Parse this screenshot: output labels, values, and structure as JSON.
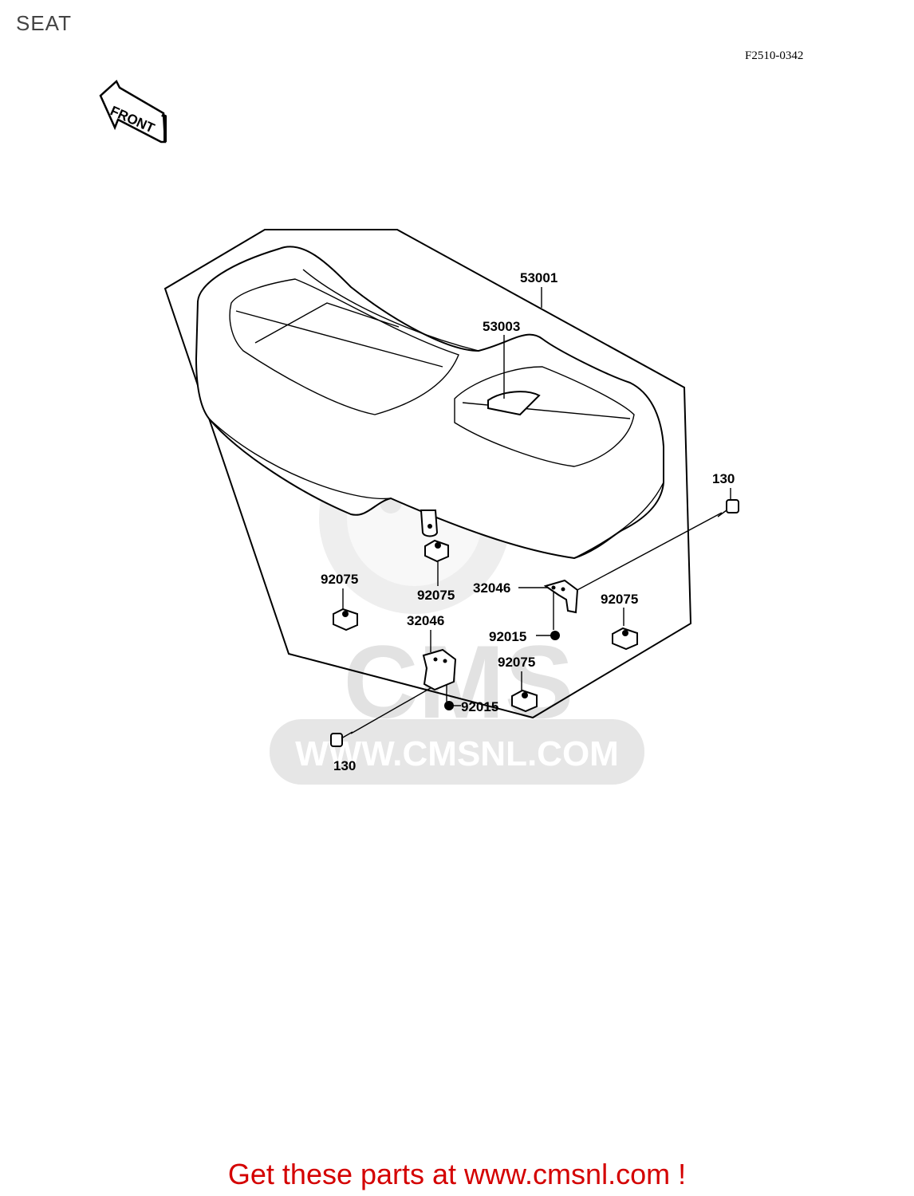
{
  "header": {
    "title": "SEAT",
    "figure_code": "F2510-0342"
  },
  "front_arrow": {
    "label": "FRONT"
  },
  "callouts": [
    {
      "id": "c53001",
      "part": "53001"
    },
    {
      "id": "c53003",
      "part": "53003"
    },
    {
      "id": "c130a",
      "part": "130"
    },
    {
      "id": "c92075a",
      "part": "92075"
    },
    {
      "id": "c92075b",
      "part": "92075"
    },
    {
      "id": "c32046a",
      "part": "32046"
    },
    {
      "id": "c92075c",
      "part": "92075"
    },
    {
      "id": "c32046b",
      "part": "32046"
    },
    {
      "id": "c92015a",
      "part": "92015"
    },
    {
      "id": "c92075d",
      "part": "92075"
    },
    {
      "id": "c92015b",
      "part": "92015"
    },
    {
      "id": "c130b",
      "part": "130"
    }
  ],
  "watermark": {
    "text": "WWW.CMSNL.COM",
    "logo": "CMS"
  },
  "footer": {
    "cta": "Get these parts at www.cmsnl.com !"
  },
  "colors": {
    "cta": "#d40000",
    "title": "#444444",
    "watermark": "#e2e2e2"
  }
}
